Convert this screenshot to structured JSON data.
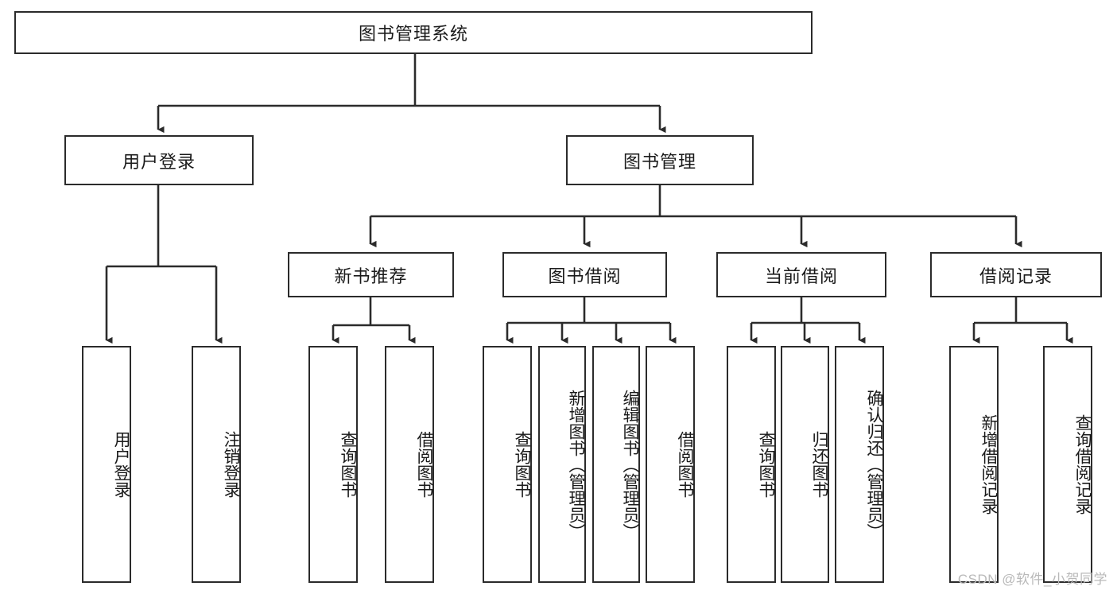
{
  "diagram": {
    "title": "图书管理系统",
    "type": "tree",
    "orientation": "top-down",
    "edge_style": "orthogonal-arrow",
    "colors": {
      "box_border": "#2b2b2b",
      "box_fill": "#ffffff",
      "edge": "#2b2b2b",
      "text": "#1a1a1a",
      "watermark": "#b9b9b9"
    }
  },
  "root": {
    "label": "图书管理系统"
  },
  "level1": [
    {
      "id": "user-login",
      "label": "用户登录"
    },
    {
      "id": "book-management",
      "label": "图书管理"
    }
  ],
  "level2": [
    {
      "id": "new-book-recommend",
      "label": "新书推荐",
      "parent": "book-management"
    },
    {
      "id": "book-borrow",
      "label": "图书借阅",
      "parent": "book-management"
    },
    {
      "id": "current-borrow",
      "label": "当前借阅",
      "parent": "book-management"
    },
    {
      "id": "borrow-record",
      "label": "借阅记录",
      "parent": "book-management"
    }
  ],
  "leaves": {
    "user_login": [
      {
        "id": "leaf-user-login",
        "label": "用户登录"
      },
      {
        "id": "leaf-logout",
        "label": "注销登录"
      }
    ],
    "new_book_recommend": [
      {
        "id": "leaf-query-books-1",
        "label": "查询图书"
      },
      {
        "id": "leaf-borrow-books-1",
        "label": "借阅图书"
      }
    ],
    "book_borrow": [
      {
        "id": "leaf-query-books-2",
        "label": "查询图书"
      },
      {
        "id": "leaf-add-book",
        "label": "新增图书（管理员）"
      },
      {
        "id": "leaf-edit-book",
        "label": "编辑图书（管理员）"
      },
      {
        "id": "leaf-borrow-books-2",
        "label": "借阅图书"
      }
    ],
    "current_borrow": [
      {
        "id": "leaf-query-books-3",
        "label": "查询图书"
      },
      {
        "id": "leaf-return-book",
        "label": "归还图书"
      },
      {
        "id": "leaf-confirm-return",
        "label": "确认归还（管理员）"
      }
    ],
    "borrow_record": [
      {
        "id": "leaf-add-record",
        "label": "新增借阅记录"
      },
      {
        "id": "leaf-query-record",
        "label": "查询借阅记录"
      }
    ]
  },
  "watermark": {
    "text": "CSDN @软件_小贺同学"
  }
}
